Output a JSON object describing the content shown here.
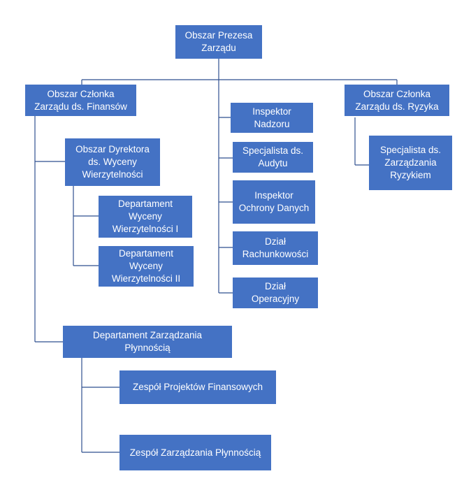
{
  "colors": {
    "box_fill": "#4472c4",
    "box_text": "#ffffff",
    "connector": "#2f4f8f"
  },
  "nodes": {
    "root": "Obszar Prezesa\nZarządu",
    "finance_board": "Obszar Członka\nZarządu ds. Finansów",
    "risk_board": "Obszar Członka\nZarządu ds. Ryzyka",
    "inspector_supervision": "Inspektor\nNadzoru",
    "audit_specialist": "Specjalista ds.\nAudytu",
    "data_protection_inspector": "Inspektor\nOchrony Danych",
    "accounting": "Dział\nRachunkowości",
    "operations": "Dział\nOperacyjny",
    "risk_mgmt_specialist": "Specjalista ds.\nZarządzania\nRyzykiem",
    "valuation_director": "Obszar Dyrektora\nds. Wyceny\nWierzytelności",
    "valuation_dept_1": "Departament\nWyceny\nWierzytelności I",
    "valuation_dept_2": "Departament\nWyceny\nWierzytelności II",
    "liquidity_dept": "Departament Zarządzania\nPłynnością",
    "finance_projects_team": "Zespół Projektów Finansowych",
    "liquidity_team": "Zespół Zarządzania Płynnością"
  }
}
